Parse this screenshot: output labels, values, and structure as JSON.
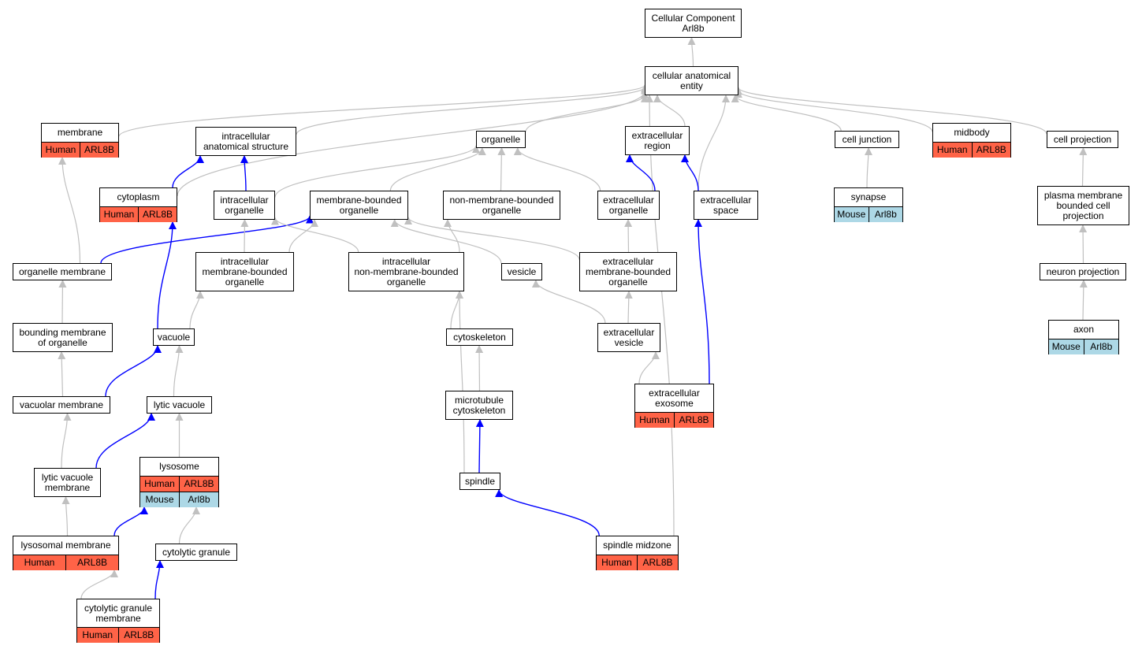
{
  "colors": {
    "human": "#ff6347",
    "mouse": "#add8e6",
    "edge_is_a": "#c0c0c0",
    "edge_part_of": "#0000ff"
  },
  "nodes": [
    {
      "id": "root",
      "label": "Cellular Component\nArl8b"
    },
    {
      "id": "cae",
      "label": "cellular anatomical\nentity"
    },
    {
      "id": "membrane",
      "label": "membrane",
      "rows": [
        {
          "species": "Human",
          "gene": "ARL8B"
        }
      ]
    },
    {
      "id": "ias",
      "label": "intracellular\nanatomical structure"
    },
    {
      "id": "organelle",
      "label": "organelle"
    },
    {
      "id": "exr",
      "label": "extracellular\nregion"
    },
    {
      "id": "cj",
      "label": "cell junction"
    },
    {
      "id": "midbody",
      "label": "midbody",
      "rows": [
        {
          "species": "Human",
          "gene": "ARL8B"
        }
      ]
    },
    {
      "id": "cp",
      "label": "cell projection"
    },
    {
      "id": "cytoplasm",
      "label": "cytoplasm",
      "rows": [
        {
          "species": "Human",
          "gene": "ARL8B"
        }
      ]
    },
    {
      "id": "io",
      "label": "intracellular\norganelle"
    },
    {
      "id": "mbo",
      "label": "membrane-bounded\norganelle"
    },
    {
      "id": "nmbo",
      "label": "non-membrane-bounded\norganelle"
    },
    {
      "id": "exo",
      "label": "extracellular\norganelle"
    },
    {
      "id": "exs",
      "label": "extracellular\nspace"
    },
    {
      "id": "synapse",
      "label": "synapse",
      "rows": [
        {
          "species": "Mouse",
          "gene": "Arl8b"
        }
      ]
    },
    {
      "id": "pmbcp",
      "label": "plasma membrane\nbounded cell\nprojection"
    },
    {
      "id": "om",
      "label": "organelle membrane"
    },
    {
      "id": "imbo",
      "label": "intracellular\nmembrane-bounded\norganelle"
    },
    {
      "id": "inmbo",
      "label": "intracellular\nnon-membrane-bounded\norganelle"
    },
    {
      "id": "vesicle",
      "label": "vesicle"
    },
    {
      "id": "exmbo",
      "label": "extracellular\nmembrane-bounded\norganelle"
    },
    {
      "id": "np",
      "label": "neuron projection"
    },
    {
      "id": "bmo",
      "label": "bounding membrane\nof organelle"
    },
    {
      "id": "vacuole",
      "label": "vacuole"
    },
    {
      "id": "cytoskeleton",
      "label": "cytoskeleton"
    },
    {
      "id": "exv",
      "label": "extracellular\nvesicle"
    },
    {
      "id": "axon",
      "label": "axon",
      "rows": [
        {
          "species": "Mouse",
          "gene": "Arl8b"
        }
      ]
    },
    {
      "id": "vm",
      "label": "vacuolar membrane"
    },
    {
      "id": "lv",
      "label": "lytic vacuole"
    },
    {
      "id": "mtc",
      "label": "microtubule\ncytoskeleton"
    },
    {
      "id": "exosome",
      "label": "extracellular\nexosome",
      "rows": [
        {
          "species": "Human",
          "gene": "ARL8B"
        }
      ]
    },
    {
      "id": "lvm",
      "label": "lytic vacuole\nmembrane"
    },
    {
      "id": "lysosome",
      "label": "lysosome",
      "rows": [
        {
          "species": "Human",
          "gene": "ARL8B"
        },
        {
          "species": "Mouse",
          "gene": "Arl8b"
        }
      ]
    },
    {
      "id": "spindle",
      "label": "spindle"
    },
    {
      "id": "lm",
      "label": "lysosomal membrane",
      "rows": [
        {
          "species": "Human",
          "gene": "ARL8B"
        }
      ]
    },
    {
      "id": "cg",
      "label": "cytolytic granule"
    },
    {
      "id": "smz",
      "label": "spindle midzone",
      "rows": [
        {
          "species": "Human",
          "gene": "ARL8B"
        }
      ]
    },
    {
      "id": "cgm",
      "label": "cytolytic granule\nmembrane",
      "rows": [
        {
          "species": "Human",
          "gene": "ARL8B"
        }
      ]
    }
  ],
  "edges": [
    {
      "from": "cae",
      "to": "root",
      "type": "is_a"
    },
    {
      "from": "membrane",
      "to": "cae",
      "type": "is_a"
    },
    {
      "from": "ias",
      "to": "cae",
      "type": "is_a"
    },
    {
      "from": "cytoplasm",
      "to": "cae",
      "type": "is_a"
    },
    {
      "from": "organelle",
      "to": "cae",
      "type": "is_a"
    },
    {
      "from": "exr",
      "to": "cae",
      "type": "is_a"
    },
    {
      "from": "exs",
      "to": "cae",
      "type": "is_a"
    },
    {
      "from": "cj",
      "to": "cae",
      "type": "is_a"
    },
    {
      "from": "midbody",
      "to": "cae",
      "type": "is_a"
    },
    {
      "from": "cp",
      "to": "cae",
      "type": "is_a"
    },
    {
      "from": "smz",
      "to": "cae",
      "type": "is_a"
    },
    {
      "from": "cytoplasm",
      "to": "ias",
      "type": "part_of"
    },
    {
      "from": "io",
      "to": "ias",
      "type": "part_of"
    },
    {
      "from": "io",
      "to": "organelle",
      "type": "is_a"
    },
    {
      "from": "mbo",
      "to": "organelle",
      "type": "is_a"
    },
    {
      "from": "nmbo",
      "to": "organelle",
      "type": "is_a"
    },
    {
      "from": "exo",
      "to": "organelle",
      "type": "is_a"
    },
    {
      "from": "exo",
      "to": "exr",
      "type": "part_of"
    },
    {
      "from": "exs",
      "to": "exr",
      "type": "part_of"
    },
    {
      "from": "synapse",
      "to": "cj",
      "type": "is_a"
    },
    {
      "from": "pmbcp",
      "to": "cp",
      "type": "is_a"
    },
    {
      "from": "np",
      "to": "pmbcp",
      "type": "is_a"
    },
    {
      "from": "axon",
      "to": "np",
      "type": "is_a"
    },
    {
      "from": "om",
      "to": "membrane",
      "type": "is_a"
    },
    {
      "from": "om",
      "to": "mbo",
      "type": "part_of"
    },
    {
      "from": "imbo",
      "to": "io",
      "type": "is_a"
    },
    {
      "from": "imbo",
      "to": "mbo",
      "type": "is_a"
    },
    {
      "from": "inmbo",
      "to": "io",
      "type": "is_a"
    },
    {
      "from": "inmbo",
      "to": "nmbo",
      "type": "is_a"
    },
    {
      "from": "vesicle",
      "to": "mbo",
      "type": "is_a"
    },
    {
      "from": "exmbo",
      "to": "mbo",
      "type": "is_a"
    },
    {
      "from": "exmbo",
      "to": "exo",
      "type": "is_a"
    },
    {
      "from": "bmo",
      "to": "om",
      "type": "is_a"
    },
    {
      "from": "vacuole",
      "to": "cytoplasm",
      "type": "part_of"
    },
    {
      "from": "vacuole",
      "to": "imbo",
      "type": "is_a"
    },
    {
      "from": "cytoskeleton",
      "to": "inmbo",
      "type": "is_a"
    },
    {
      "from": "exv",
      "to": "vesicle",
      "type": "is_a"
    },
    {
      "from": "exv",
      "to": "exmbo",
      "type": "is_a"
    },
    {
      "from": "vm",
      "to": "bmo",
      "type": "is_a"
    },
    {
      "from": "vm",
      "to": "vacuole",
      "type": "part_of"
    },
    {
      "from": "lv",
      "to": "vacuole",
      "type": "is_a"
    },
    {
      "from": "mtc",
      "to": "cytoskeleton",
      "type": "is_a"
    },
    {
      "from": "exosome",
      "to": "exv",
      "type": "is_a"
    },
    {
      "from": "exosome",
      "to": "exs",
      "type": "part_of"
    },
    {
      "from": "lvm",
      "to": "vm",
      "type": "is_a"
    },
    {
      "from": "lvm",
      "to": "lv",
      "type": "part_of"
    },
    {
      "from": "lysosome",
      "to": "lv",
      "type": "is_a"
    },
    {
      "from": "spindle",
      "to": "mtc",
      "type": "part_of"
    },
    {
      "from": "spindle",
      "to": "inmbo",
      "type": "is_a"
    },
    {
      "from": "lm",
      "to": "lvm",
      "type": "is_a"
    },
    {
      "from": "lm",
      "to": "lysosome",
      "type": "part_of"
    },
    {
      "from": "cg",
      "to": "lysosome",
      "type": "is_a"
    },
    {
      "from": "smz",
      "to": "spindle",
      "type": "part_of"
    },
    {
      "from": "cgm",
      "to": "lm",
      "type": "is_a"
    },
    {
      "from": "cgm",
      "to": "cg",
      "type": "part_of"
    }
  ]
}
